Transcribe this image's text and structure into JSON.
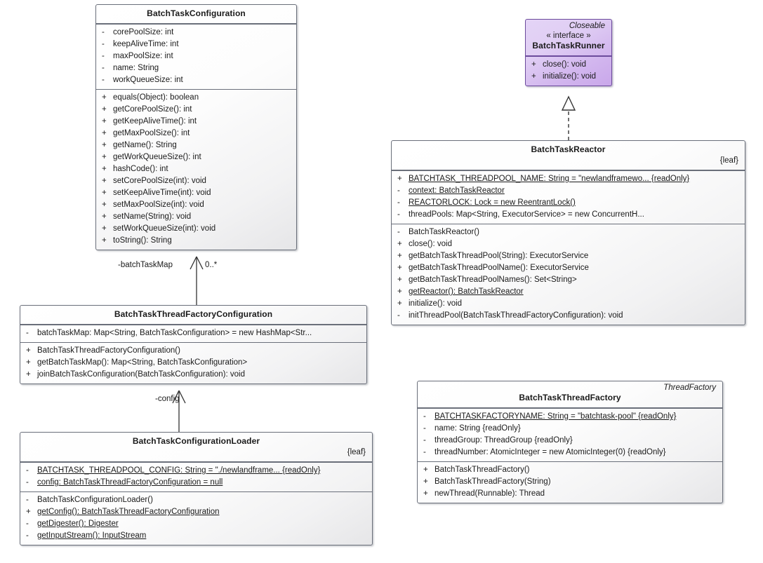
{
  "diagram": {
    "title": "BatchTask UML Class Diagram",
    "colors": {
      "class_border": "#6a6f7a",
      "class_fill": "#fdfdfd",
      "interface_border": "#6c4b9c",
      "interface_fill": "#ddc9f3",
      "connector": "#333333"
    }
  },
  "classes": {
    "batch_task_configuration": {
      "name": "BatchTaskConfiguration",
      "attributes": [
        {
          "vis": "-",
          "text": "corePoolSize: int",
          "underline": false
        },
        {
          "vis": "-",
          "text": "keepAliveTime: int",
          "underline": false
        },
        {
          "vis": "-",
          "text": "maxPoolSize: int",
          "underline": false
        },
        {
          "vis": "-",
          "text": "name: String",
          "underline": false
        },
        {
          "vis": "-",
          "text": "workQueueSize: int",
          "underline": false
        }
      ],
      "operations": [
        {
          "vis": "+",
          "text": "equals(Object): boolean",
          "underline": false
        },
        {
          "vis": "+",
          "text": "getCorePoolSize(): int",
          "underline": false
        },
        {
          "vis": "+",
          "text": "getKeepAliveTime(): int",
          "underline": false
        },
        {
          "vis": "+",
          "text": "getMaxPoolSize(): int",
          "underline": false
        },
        {
          "vis": "+",
          "text": "getName(): String",
          "underline": false
        },
        {
          "vis": "+",
          "text": "getWorkQueueSize(): int",
          "underline": false
        },
        {
          "vis": "+",
          "text": "hashCode(): int",
          "underline": false
        },
        {
          "vis": "+",
          "text": "setCorePoolSize(int): void",
          "underline": false
        },
        {
          "vis": "+",
          "text": "setKeepAliveTime(int): void",
          "underline": false
        },
        {
          "vis": "+",
          "text": "setMaxPoolSize(int): void",
          "underline": false
        },
        {
          "vis": "+",
          "text": "setName(String): void",
          "underline": false
        },
        {
          "vis": "+",
          "text": "setWorkQueueSize(int): void",
          "underline": false
        },
        {
          "vis": "+",
          "text": "toString(): String",
          "underline": false
        }
      ]
    },
    "batch_task_runner": {
      "template_stereotype": "Closeable",
      "stereotype": "« interface »",
      "name": "BatchTaskRunner",
      "operations": [
        {
          "vis": "+",
          "text": "close(): void",
          "underline": false
        },
        {
          "vis": "+",
          "text": "initialize(): void",
          "underline": false
        }
      ]
    },
    "batch_task_reactor": {
      "name": "BatchTaskReactor",
      "leaf": "{leaf}",
      "attributes": [
        {
          "vis": "+",
          "text": "BATCHTASK_THREADPOOL_NAME: String = \"newlandframewo... {readOnly}",
          "underline": true
        },
        {
          "vis": "-",
          "text": "context: BatchTaskReactor",
          "underline": true
        },
        {
          "vis": "-",
          "text": "REACTORLOCK: Lock = new ReentrantLock()",
          "underline": true
        },
        {
          "vis": "-",
          "text": "threadPools: Map<String, ExecutorService> = new ConcurrentH...",
          "underline": false
        }
      ],
      "operations": [
        {
          "vis": "-",
          "text": "BatchTaskReactor()",
          "underline": false
        },
        {
          "vis": "+",
          "text": "close(): void",
          "underline": false
        },
        {
          "vis": "+",
          "text": "getBatchTaskThreadPool(String): ExecutorService",
          "underline": false
        },
        {
          "vis": "+",
          "text": "getBatchTaskThreadPoolName(): ExecutorService",
          "underline": false
        },
        {
          "vis": "+",
          "text": "getBatchTaskThreadPoolNames(): Set<String>",
          "underline": false
        },
        {
          "vis": "+",
          "text": "getReactor(): BatchTaskReactor",
          "underline": true
        },
        {
          "vis": "+",
          "text": "initialize(): void",
          "underline": false
        },
        {
          "vis": "-",
          "text": "initThreadPool(BatchTaskThreadFactoryConfiguration): void",
          "underline": false
        }
      ]
    },
    "batch_task_thread_factory_configuration": {
      "name": "BatchTaskThreadFactoryConfiguration",
      "attributes": [
        {
          "vis": "-",
          "text": "batchTaskMap: Map<String, BatchTaskConfiguration> = new HashMap<Str...",
          "underline": false
        }
      ],
      "operations": [
        {
          "vis": "+",
          "text": "BatchTaskThreadFactoryConfiguration()",
          "underline": false
        },
        {
          "vis": "+",
          "text": "getBatchTaskMap(): Map<String, BatchTaskConfiguration>",
          "underline": false
        },
        {
          "vis": "+",
          "text": "joinBatchTaskConfiguration(BatchTaskConfiguration): void",
          "underline": false
        }
      ]
    },
    "batch_task_configuration_loader": {
      "name": "BatchTaskConfigurationLoader",
      "leaf": "{leaf}",
      "attributes": [
        {
          "vis": "-",
          "text": "BATCHTASK_THREADPOOL_CONFIG: String = \"./newlandframe... {readOnly}",
          "underline": true
        },
        {
          "vis": "-",
          "text": "config: BatchTaskThreadFactoryConfiguration = null",
          "underline": true
        }
      ],
      "operations": [
        {
          "vis": "-",
          "text": "BatchTaskConfigurationLoader()",
          "underline": false
        },
        {
          "vis": "+",
          "text": "getConfig(): BatchTaskThreadFactoryConfiguration",
          "underline": true
        },
        {
          "vis": "-",
          "text": "getDigester(): Digester",
          "underline": true
        },
        {
          "vis": "-",
          "text": "getInputStream(): InputStream",
          "underline": true
        }
      ]
    },
    "batch_task_thread_factory": {
      "template_stereotype": "ThreadFactory",
      "name": "BatchTaskThreadFactory",
      "attributes": [
        {
          "vis": "-",
          "text": "BATCHTASKFACTORYNAME: String = \"batchtask-pool\" {readOnly}",
          "underline": true
        },
        {
          "vis": "-",
          "text": "name: String {readOnly}",
          "underline": false
        },
        {
          "vis": "-",
          "text": "threadGroup: ThreadGroup {readOnly}",
          "underline": false
        },
        {
          "vis": "-",
          "text": "threadNumber: AtomicInteger = new AtomicInteger(0) {readOnly}",
          "underline": false
        }
      ],
      "operations": [
        {
          "vis": "+",
          "text": "BatchTaskThreadFactory()",
          "underline": false
        },
        {
          "vis": "+",
          "text": "BatchTaskThreadFactory(String)",
          "underline": false
        },
        {
          "vis": "+",
          "text": "newThread(Runnable): Thread",
          "underline": false
        }
      ]
    }
  },
  "connectors": {
    "association_batch_task_map": {
      "role_label": "-batchTaskMap",
      "multiplicity": "0..*",
      "kind": "association"
    },
    "association_config": {
      "role_label": "-config",
      "multiplicity": "",
      "kind": "association"
    },
    "realization_runner": {
      "role_label": "",
      "kind": "realization"
    }
  }
}
